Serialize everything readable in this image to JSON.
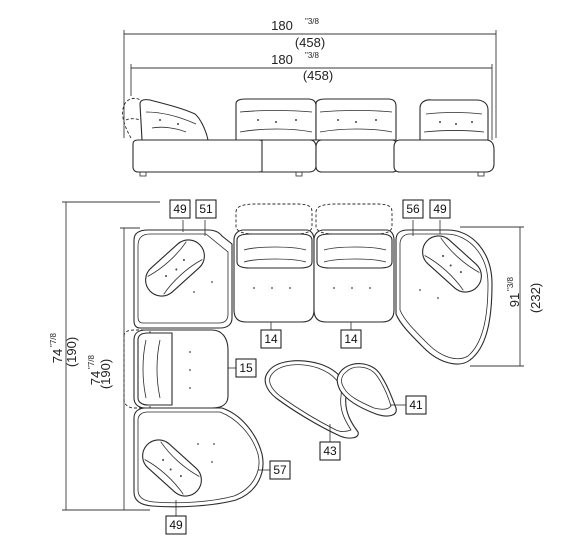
{
  "dimensions": {
    "total_width_in": "180",
    "total_width_in_frac": "\"3/8",
    "total_width_cm": "(458)",
    "inner_width_in": "180",
    "inner_width_in_frac": "\"3/8",
    "inner_width_cm": "(458)",
    "outer_depth_in": "74",
    "outer_depth_in_frac": "\"7/8",
    "outer_depth_cm": "(190)",
    "inner_depth_in": "74",
    "inner_depth_in_frac": "\"7/8",
    "inner_depth_cm": "(190)",
    "right_depth_in": "91",
    "right_depth_in_frac": "\"3/8",
    "right_depth_cm": "(232)"
  },
  "modules": {
    "a": "49",
    "b": "51",
    "c": "56",
    "d": "49",
    "e": "14",
    "f": "14",
    "g": "15",
    "h": "41",
    "i": "43",
    "j": "57",
    "k": "49"
  }
}
